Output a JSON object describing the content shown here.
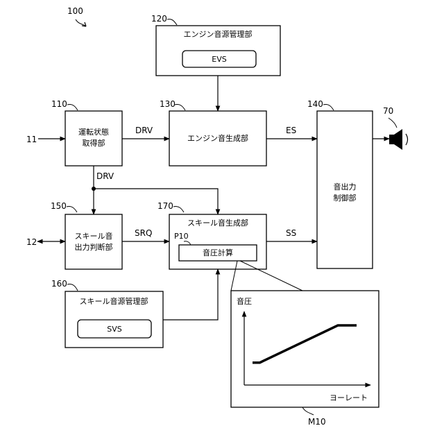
{
  "figure_number": "100",
  "blocks": {
    "b120": {
      "ref": "120",
      "label": "エンジン音源管理部",
      "inner": "EVS"
    },
    "b110": {
      "ref": "110",
      "label_line1": "運転状態",
      "label_line2": "取得部"
    },
    "b130": {
      "ref": "130",
      "label": "エンジン音生成部"
    },
    "b140": {
      "ref": "140",
      "label_line1": "音出力",
      "label_line2": "制御部"
    },
    "b150": {
      "ref": "150",
      "label_line1": "スキール音",
      "label_line2": "出力判断部"
    },
    "b170": {
      "ref": "170",
      "label": "スキール音生成部",
      "sub_ref": "P10",
      "inner": "音圧計算"
    },
    "b160": {
      "ref": "160",
      "label": "スキール音源管理部",
      "inner": "SVS"
    }
  },
  "external": {
    "input_11": "11",
    "bidir_12": "12",
    "speaker_70": "70"
  },
  "signals": {
    "drv_top": "DRV",
    "drv_down": "DRV",
    "es": "ES",
    "srq": "SRQ",
    "ss": "SS"
  },
  "graph": {
    "ref": "M10",
    "y_label": "音圧",
    "x_label": "ヨーレート",
    "curve": [
      {
        "x": 0,
        "y": 0.12
      },
      {
        "x": 0.07,
        "y": 0.12
      },
      {
        "x": 0.82,
        "y": 1.0
      },
      {
        "x": 1.0,
        "y": 1.0
      }
    ]
  }
}
